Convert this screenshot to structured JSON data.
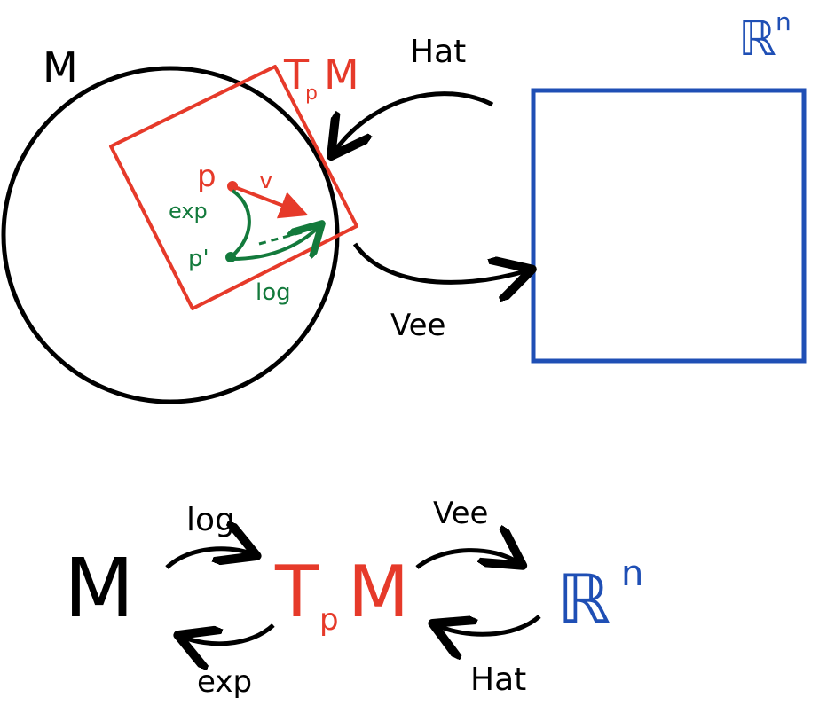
{
  "colors": {
    "manifold": "#000000",
    "tangent": "#e63a2a",
    "euclidean": "#1f4fb5",
    "local_maps": "#137a3c",
    "maps": "#000000"
  },
  "top": {
    "manifold_label": "M",
    "tangent_label_main": "T",
    "tangent_label_sub": "p",
    "tangent_label_tail": "M",
    "euclid_label_main": "ℝ",
    "euclid_label_sup": "n",
    "point_p": "p",
    "point_p_prime": "p'",
    "vector_v": "v",
    "exp_label": "exp",
    "log_label": "log",
    "hat_label": "Hat",
    "vee_label": "Vee"
  },
  "bottom": {
    "manifold": "M",
    "tangent_main": "T",
    "tangent_sub": "p",
    "tangent_tail": "M",
    "euclid_main": "ℝ",
    "euclid_sup": "n",
    "log": "log",
    "exp": "exp",
    "vee": "Vee",
    "hat": "Hat"
  }
}
